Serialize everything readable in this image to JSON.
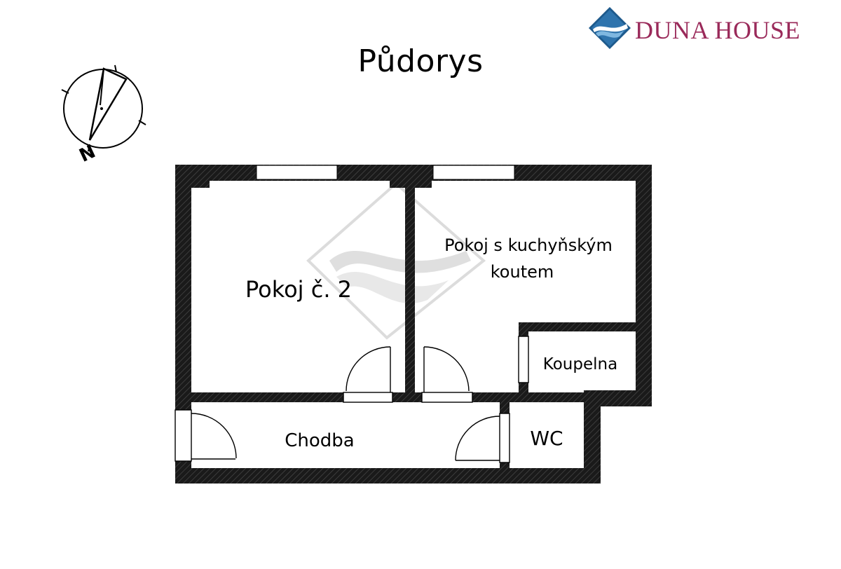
{
  "title": "Půdorys",
  "brand": {
    "name": "DUNA HOUSE",
    "logo_icon": "wave-logo-icon",
    "colors": {
      "text": "#9a2a5a",
      "logo_dark": "#1e5a8c",
      "logo_light": "#7fb7e0"
    }
  },
  "compass": {
    "north_label": "N",
    "icon": "north-arrow-icon"
  },
  "rooms": {
    "pokoj2": "Pokoj č. 2",
    "living_line1": "Pokoj s kuchyňským",
    "living_line2": "koutem",
    "bathroom": "Koupelna",
    "corridor": "Chodba",
    "wc": "WC"
  },
  "colors": {
    "wall": "#1a1a1a",
    "hatch": "#3a3a3a",
    "watermark": "#d9d9d9"
  }
}
